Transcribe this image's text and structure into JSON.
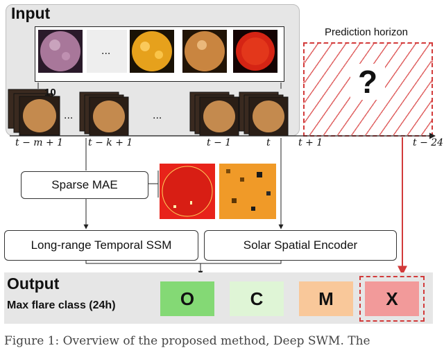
{
  "input": {
    "title": "Input"
  },
  "prediction": {
    "label": "Prediction horizon",
    "symbol": "?"
  },
  "stack": {
    "count": "10"
  },
  "ellipsis": "...",
  "timeline": {
    "ticks": [
      "t − m + 1",
      "t − k + 1",
      "t − 1",
      "t",
      "t + 1",
      "t − 24"
    ]
  },
  "modules": {
    "sparse_mae": "Sparse MAE",
    "temporal_ssm": "Long-range Temporal SSM",
    "spatial_encoder": "Solar Spatial Encoder"
  },
  "output": {
    "title": "Output",
    "subtitle": "Max flare class (24h)",
    "classes": [
      {
        "label": "O",
        "color": "#84d975"
      },
      {
        "label": "C",
        "color": "#dff5d6"
      },
      {
        "label": "M",
        "color": "#f9c89a"
      },
      {
        "label": "X",
        "color": "#f29a9a"
      }
    ]
  },
  "caption": "Figure 1:   Overview of the proposed method, Deep SWM. The",
  "colors": {
    "accent_red": "#d23a3a",
    "panel_gray": "#e6e6e6"
  }
}
